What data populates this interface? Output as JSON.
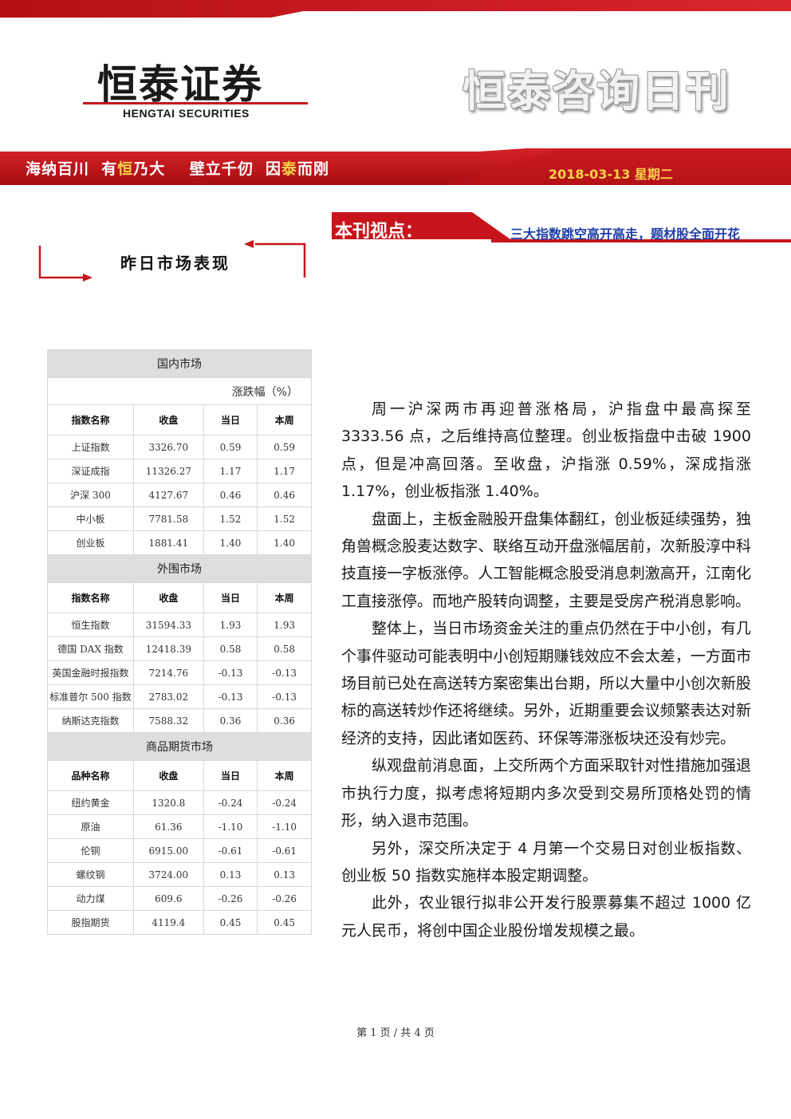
{
  "header": {
    "logo_cn": "恒泰证券",
    "logo_en": "HENGTAI SECURITIES",
    "brand_title": "恒泰咨询日刊",
    "slogan_parts": [
      {
        "text": "海纳百川  有",
        "hl": false
      },
      {
        "text": "恒",
        "hl": true
      },
      {
        "text": "乃大    壁立千仞  因",
        "hl": false
      },
      {
        "text": "泰",
        "hl": true
      },
      {
        "text": "而刚",
        "hl": false
      }
    ],
    "date": "2018-03-13  星期二"
  },
  "viewpoint": {
    "label": "本刊视点：",
    "text": "三大指数跳空高开高走，题材股全面开花"
  },
  "section_title": "昨日市场表现",
  "market_table": {
    "unit_label": "涨跌幅（%）",
    "sections": [
      {
        "title": "国内市场",
        "show_unit": true,
        "headers": [
          "指数名称",
          "收盘",
          "当日",
          "本周"
        ],
        "rows": [
          [
            "上证指数",
            "3326.70",
            "0.59",
            "0.59"
          ],
          [
            "深证成指",
            "11326.27",
            "1.17",
            "1.17"
          ],
          [
            "沪深 300",
            "4127.67",
            "0.46",
            "0.46"
          ],
          [
            "中小板",
            "7781.58",
            "1.52",
            "1.52"
          ],
          [
            "创业板",
            "1881.41",
            "1.40",
            "1.40"
          ]
        ]
      },
      {
        "title": "外围市场",
        "show_unit": false,
        "headers": [
          "指数名称",
          "收盘",
          "当日",
          "本周"
        ],
        "rows": [
          [
            "恒生指数",
            "31594.33",
            "1.93",
            "1.93"
          ],
          [
            "德国 DAX 指数",
            "12418.39",
            "0.58",
            "0.58"
          ],
          [
            "英国金融时报指数",
            "7214.76",
            "-0.13",
            "-0.13"
          ],
          [
            "标准普尔 500 指数",
            "2783.02",
            "-0.13",
            "-0.13"
          ],
          [
            "纳斯达克指数",
            "7588.32",
            "0.36",
            "0.36"
          ]
        ]
      },
      {
        "title": "商品期货市场",
        "show_unit": false,
        "headers": [
          "品种名称",
          "收盘",
          "当日",
          "本周"
        ],
        "rows": [
          [
            "纽约黄金",
            "1320.8",
            "-0.24",
            "-0.24"
          ],
          [
            "原油",
            "61.36",
            "-1.10",
            "-1.10"
          ],
          [
            "伦铜",
            "6915.00",
            "-0.61",
            "-0.61"
          ],
          [
            "螺纹钢",
            "3724.00",
            "0.13",
            "0.13"
          ],
          [
            "动力煤",
            "609.6",
            "-0.26",
            "-0.26"
          ],
          [
            "股指期货",
            "4119.4",
            "0.45",
            "0.45"
          ]
        ]
      }
    ]
  },
  "article": {
    "paragraphs": [
      "周一沪深两市再迎普涨格局，沪指盘中最高探至3333.56 点，之后维持高位整理。创业板指盘中击破 1900 点，但是冲高回落。至收盘，沪指涨 0.59%，深成指涨 1.17%，创业板指涨 1.40%。",
      "盘面上，主板金融股开盘集体翻红，创业板延续强势，独角兽概念股麦达数字、联络互动开盘涨幅居前，次新股淳中科技直接一字板涨停。人工智能概念股受消息刺激高开，江南化工直接涨停。而地产股转向调整，主要是受房产税消息影响。",
      "整体上，当日市场资金关注的重点仍然在于中小创，有几个事件驱动可能表明中小创短期赚钱效应不会太差，一方面市场目前已处在高送转方案密集出台期，所以大量中小创次新股标的高送转炒作还将继续。另外，近期重要会议频繁表达对新经济的支持，因此诸如医药、环保等滞涨板块还没有炒完。",
      "纵观盘前消息面，上交所两个方面采取针对性措施加强退市执行力度，拟考虑将短期内多次受到交易所顶格处罚的情形，纳入退市范围。",
      "另外，深交所决定于 4 月第一个交易日对创业板指数、创业板 50 指数实施样本股定期调整。",
      "此外，农业银行拟非公开发行股票募集不超过 1000 亿元人民币，将创中国企业股份增发规模之最。"
    ]
  },
  "footer": {
    "page_text": "第 1 页 / 共 4 页"
  },
  "colors": {
    "brand_red": "#c8151b",
    "banner_gold": "#f7d24a",
    "viewpoint_blue": "#1f3ea8"
  }
}
